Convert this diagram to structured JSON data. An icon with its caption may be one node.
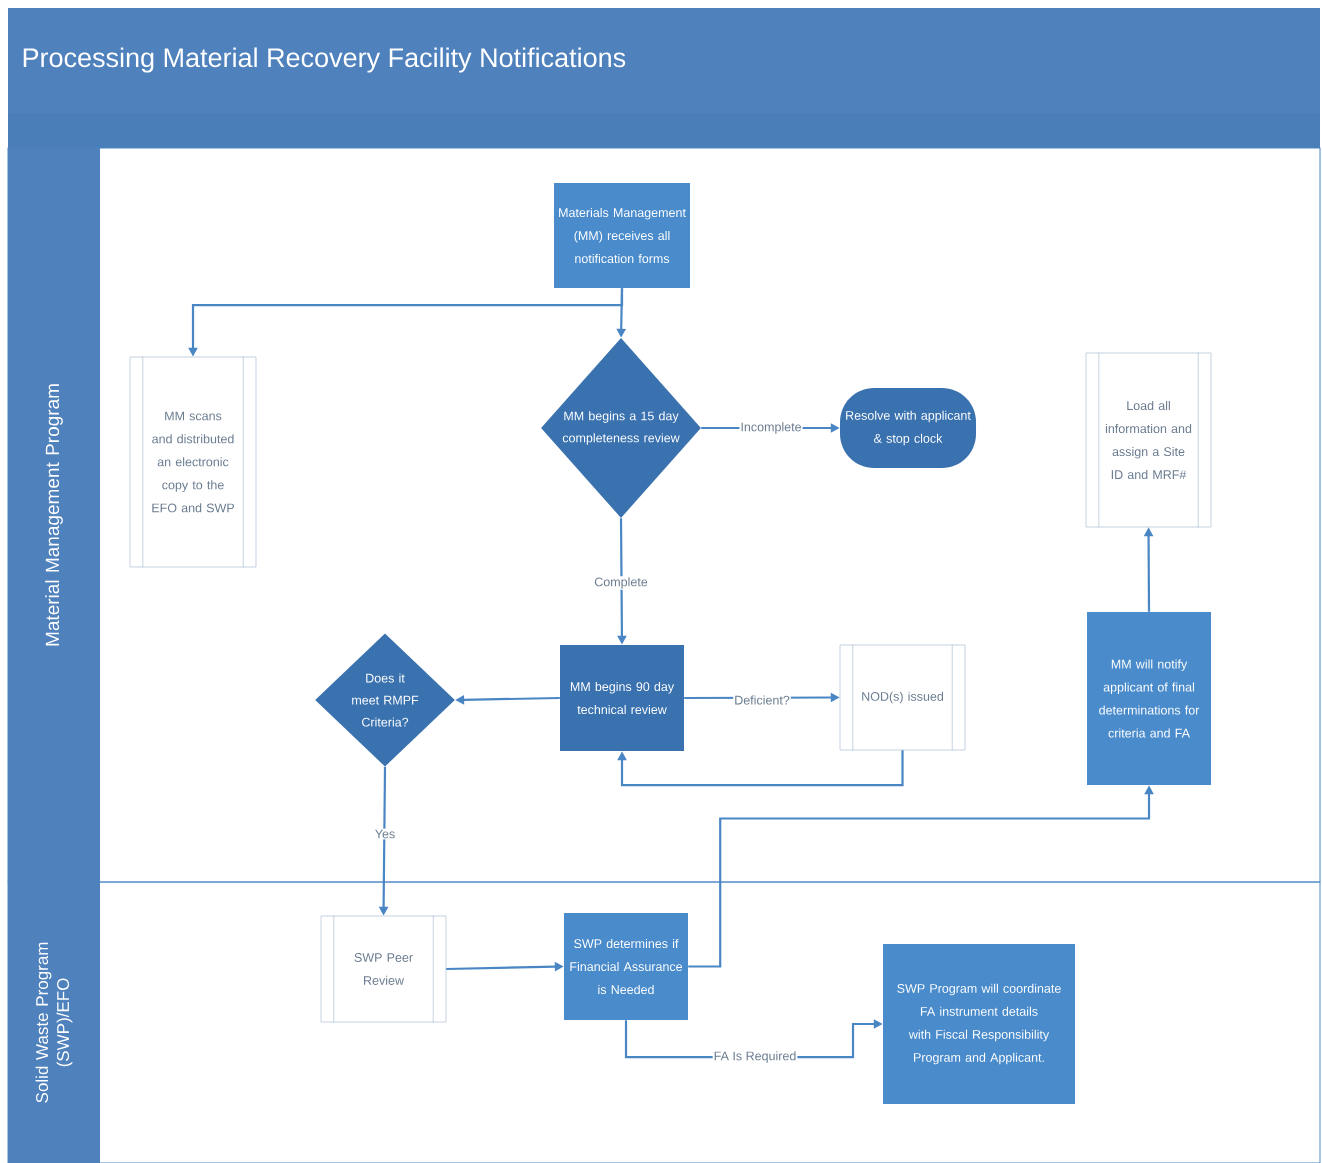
{
  "diagram": {
    "title": "Processing Material Recovery Facility Notifications",
    "nodes": [
      {
        "text": [
          "Material Management Program"
        ]
      },
      {
        "text": [
          "Materials Management (MM) receives all notification forms"
        ],
        "in": 0
      },
      {
        "text": [
          "MM scans and distributed an electronic copy to the EFO and SWP"
        ],
        "in": 0
      },
      {
        "text": [
          "MM begins a 15 day completeness review"
        ],
        "in": 0
      },
      {
        "text": [
          "Resolve with applicant & stop clock"
        ],
        "in": 0
      },
      {
        "text": [
          "Load all information and assign a Site ID and MRF#"
        ],
        "in": 0
      },
      {
        "text": [
          "Does it meet RMPF Criteria?"
        ],
        "in": 0
      },
      {
        "text": [
          "MM begins 90 day technical review"
        ],
        "in": 0
      },
      {
        "text": [
          "NOD(s) issued"
        ],
        "in": 0
      },
      {
        "text": [
          "MM will notify applicant of final determinations for criteria and FA"
        ],
        "in": 0
      },
      {
        "text": [
          "Solid Waste Program (SWP)/EFO"
        ]
      },
      {
        "text": [
          "SWP Peer Review"
        ],
        "in": 10
      },
      {
        "text": [
          "SWP determines if Financial Assurance is Needed"
        ],
        "in": 10
      },
      {
        "text": [
          "SWP Program will coordinate FA instrument details with Fiscal Responsibility Program and Applicant."
        ],
        "in": 10
      }
    ],
    "edges": [
      {
        "from": 1,
        "to": 2,
        "arrow": "to"
      },
      {
        "from": 1,
        "to": 3,
        "arrow": "to"
      },
      {
        "from": 3,
        "to": 4,
        "arrow": "to",
        "label": "Incomplete"
      },
      {
        "from": 3,
        "to": 7,
        "arrow": "to",
        "label": "Complete"
      },
      {
        "from": 7,
        "to": 6,
        "arrow": "to"
      },
      {
        "from": 7,
        "to": 8,
        "arrow": "to",
        "label": "Deficient?"
      },
      {
        "from": 8,
        "to": 7,
        "arrow": "to"
      },
      {
        "from": 6,
        "to": 11,
        "arrow": "to",
        "label": "Yes"
      },
      {
        "from": 11,
        "to": 12,
        "arrow": "to"
      },
      {
        "from": 12,
        "to": 9,
        "arrow": "to"
      },
      {
        "from": 9,
        "to": 5,
        "arrow": "to"
      },
      {
        "from": 12,
        "to": 13,
        "arrow": "to",
        "label": "FA Is Required"
      }
    ]
  }
}
